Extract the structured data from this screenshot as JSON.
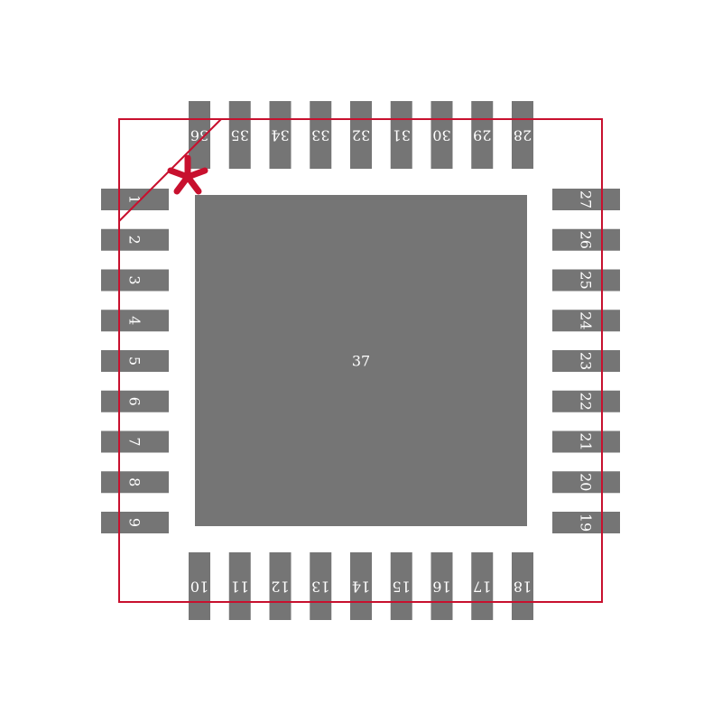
{
  "colors": {
    "pad": "#757575",
    "outline": "#c8102e",
    "label": "#ffffff",
    "background": "#ffffff"
  },
  "footprint": {
    "pins_left": [
      "1",
      "2",
      "3",
      "4",
      "5",
      "6",
      "7",
      "8",
      "9"
    ],
    "pins_bottom": [
      "10",
      "11",
      "12",
      "13",
      "14",
      "15",
      "16",
      "17",
      "18"
    ],
    "pins_right": [
      "19",
      "20",
      "21",
      "22",
      "23",
      "24",
      "25",
      "26",
      "27"
    ],
    "pins_top": [
      "28",
      "29",
      "30",
      "31",
      "32",
      "33",
      "34",
      "35",
      "36"
    ],
    "exposed_pad_label": "37",
    "pin1_marker_icon": "asterisk-icon"
  }
}
